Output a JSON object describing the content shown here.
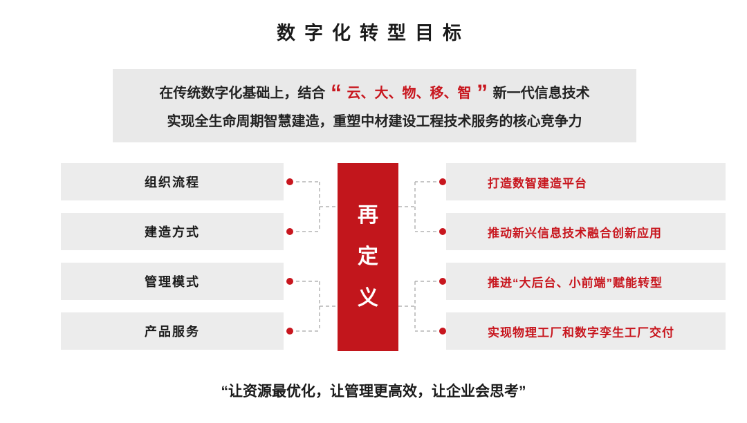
{
  "title": "数字化转型目标",
  "banner": {
    "line1_prefix": "在传统数字化基础上，结合",
    "quote_open": "“",
    "line1_highlight": "云、大、物、移、智",
    "quote_close": "”",
    "line1_suffix": "新一代信息技术",
    "line2": "实现全生命周期智慧建造，重塑中材建设工程技术服务的核心竞争力"
  },
  "center_block": {
    "chars": [
      "再",
      "定",
      "义"
    ]
  },
  "rows": [
    {
      "left": "组织流程",
      "right": "打造数智建造平台"
    },
    {
      "left": "建造方式",
      "right": "推动新兴信息技术融合创新应用"
    },
    {
      "left": "管理模式",
      "right": "推进“大后台、小前端”赋能转型"
    },
    {
      "left": "产品服务",
      "right": "实现物理工厂和数字孪生工厂交付"
    }
  ],
  "footer_quote": "“让资源最优化，让管理更高效，让企业会思考”",
  "colors": {
    "accent_red": "#c8161e",
    "block_red": "#c2161c",
    "bar_gray": "#ececec",
    "banner_gray": "#e9e9e9",
    "connector_gray": "#b3b3b3"
  }
}
